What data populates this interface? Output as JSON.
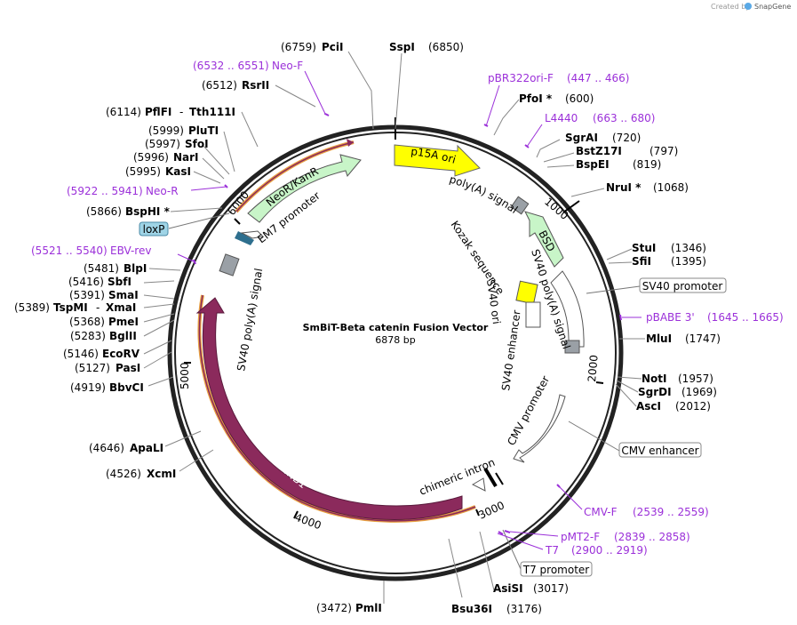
{
  "watermark": {
    "prefix": "Created by",
    "brand": "SnapGene"
  },
  "plasmid": {
    "name": "SmBiT-Beta catenin Fusion Vector",
    "size_label": "6878 bp",
    "length": 6878
  },
  "ticks": [
    "1000",
    "2000",
    "3000",
    "4000",
    "5000",
    "6000"
  ],
  "colors": {
    "primer": "#9b30d9",
    "ctnnb1": "#8b2a5c",
    "marker": "#c8f5c8",
    "ori": "#ffff00",
    "promoter": "#ffffff",
    "orf_outline": "#e8a040"
  },
  "features": {
    "p15a": "p15A ori",
    "neo": "NeoR/KanR",
    "bsd": "BSD",
    "ctnnb1": "CTNNB1",
    "polya_top": "poly(A) signal",
    "kozak": "Kozak sequence",
    "sv40_polya_right": "SV40 poly(A) signal",
    "sv40_ori": "SV40 ori",
    "sv40_enh": "SV40 enhancer",
    "cmv_prom": "CMV promoter",
    "chimeric": "chimeric intron",
    "sv40_polya_left": "SV40 poly(A) signal",
    "em7": "EM7 promoter",
    "loxp": "loxP",
    "sv40_prom_box": "SV40 promoter",
    "cmv_enh_box": "CMV enhancer",
    "t7_prom_box": "T7 promoter"
  },
  "sites": [
    {
      "name": "PciI",
      "pos": "(6759)"
    },
    {
      "name": "SspI",
      "pos": "(6850)"
    },
    {
      "name": "PfoI *",
      "pos": "(600)"
    },
    {
      "name": "SgrAI",
      "pos": "(720)"
    },
    {
      "name": "BstZ17I",
      "pos": "(797)"
    },
    {
      "name": "BspEI",
      "pos": "(819)"
    },
    {
      "name": "NruI *",
      "pos": "(1068)"
    },
    {
      "name": "StuI",
      "pos": "(1346)"
    },
    {
      "name": "SfiI",
      "pos": "(1395)"
    },
    {
      "name": "MluI",
      "pos": "(1747)"
    },
    {
      "name": "NotI",
      "pos": "(1957)"
    },
    {
      "name": "SgrDI",
      "pos": "(1969)"
    },
    {
      "name": "AscI",
      "pos": "(2012)"
    },
    {
      "name": "AsiSI",
      "pos": "(3017)"
    },
    {
      "name": "Bsu36I",
      "pos": "(3176)"
    },
    {
      "name": "PmlI",
      "pos": "(3472)"
    },
    {
      "name": "XcmI",
      "pos": "(4526)"
    },
    {
      "name": "ApaLI",
      "pos": "(4646)"
    },
    {
      "name": "BbvCI",
      "pos": "(4919)"
    },
    {
      "name": "PasI",
      "pos": "(5127)"
    },
    {
      "name": "EcoRV",
      "pos": "(5146)"
    },
    {
      "name": "BglII",
      "pos": "(5283)"
    },
    {
      "name": "PmeI",
      "pos": "(5368)"
    },
    {
      "name": "TspMI",
      "pos": "(5389)"
    },
    {
      "name": "XmaI",
      "pos": ""
    },
    {
      "name": "SmaI",
      "pos": "(5391)"
    },
    {
      "name": "SbfI",
      "pos": "(5416)"
    },
    {
      "name": "BlpI",
      "pos": "(5481)"
    },
    {
      "name": "BspHI *",
      "pos": "(5866)"
    },
    {
      "name": "KasI",
      "pos": "(5995)"
    },
    {
      "name": "NarI",
      "pos": "(5996)"
    },
    {
      "name": "SfoI",
      "pos": "(5997)"
    },
    {
      "name": "PluTI",
      "pos": "(5999)"
    },
    {
      "name": "PflFI",
      "pos": "(6114)"
    },
    {
      "name": "Tth111I",
      "pos": ""
    },
    {
      "name": "RsrII",
      "pos": "(6512)"
    }
  ],
  "primers": [
    {
      "name": "Neo-F",
      "range": "(6532 .. 6551)"
    },
    {
      "name": "pBR322ori-F",
      "range": "(447 .. 466)"
    },
    {
      "name": "L4440",
      "range": "(663 .. 680)"
    },
    {
      "name": "Neo-R",
      "range": "(5922 .. 5941)"
    },
    {
      "name": "EBV-rev",
      "range": "(5521 .. 5540)"
    },
    {
      "name": "pBABE 3'",
      "range": "(1645 .. 1665)"
    },
    {
      "name": "CMV-F",
      "range": "(2539 .. 2559)"
    },
    {
      "name": "pMT2-F",
      "range": "(2839 .. 2858)"
    },
    {
      "name": "T7",
      "range": "(2900 .. 2919)"
    }
  ]
}
